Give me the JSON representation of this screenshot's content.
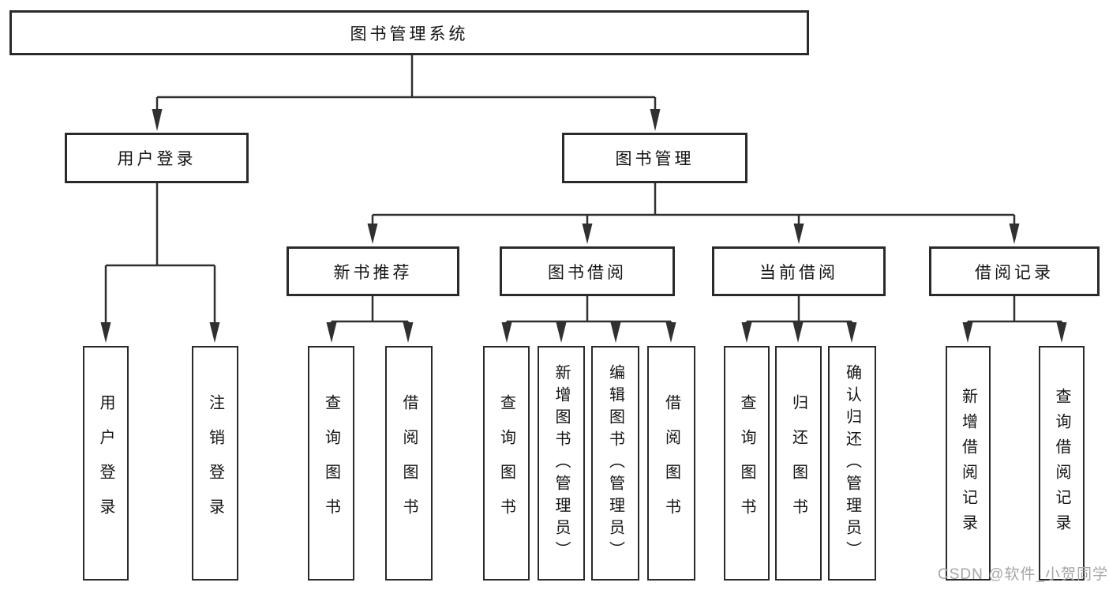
{
  "title": "图书管理系统",
  "nodes": {
    "user_login": "用户登录",
    "book_mgmt": "图书管理",
    "new_book_rec": "新书推荐",
    "book_borrow": "图书借阅",
    "current_borrow": "当前借阅",
    "borrow_records": "借阅记录"
  },
  "leaves": {
    "user_login": [
      "用户登录",
      "注销登录"
    ],
    "new_book_rec": [
      "查询图书",
      "借阅图书"
    ],
    "book_borrow": [
      "查询图书",
      "新增图书（管理员）",
      "编辑图书（管理员）",
      "借阅图书"
    ],
    "current_borrow": [
      "查询图书",
      "归还图书",
      "确认归还（管理员）"
    ],
    "borrow_records": [
      "新增借阅记录",
      "查询借阅记录"
    ]
  },
  "watermark": "CSDN @软件_小贺同学",
  "colors": {
    "line": "#303030",
    "border": "#2a2a2a",
    "fill": "#ffffff",
    "text": "#141414",
    "watermark": "#a6a6a6"
  }
}
